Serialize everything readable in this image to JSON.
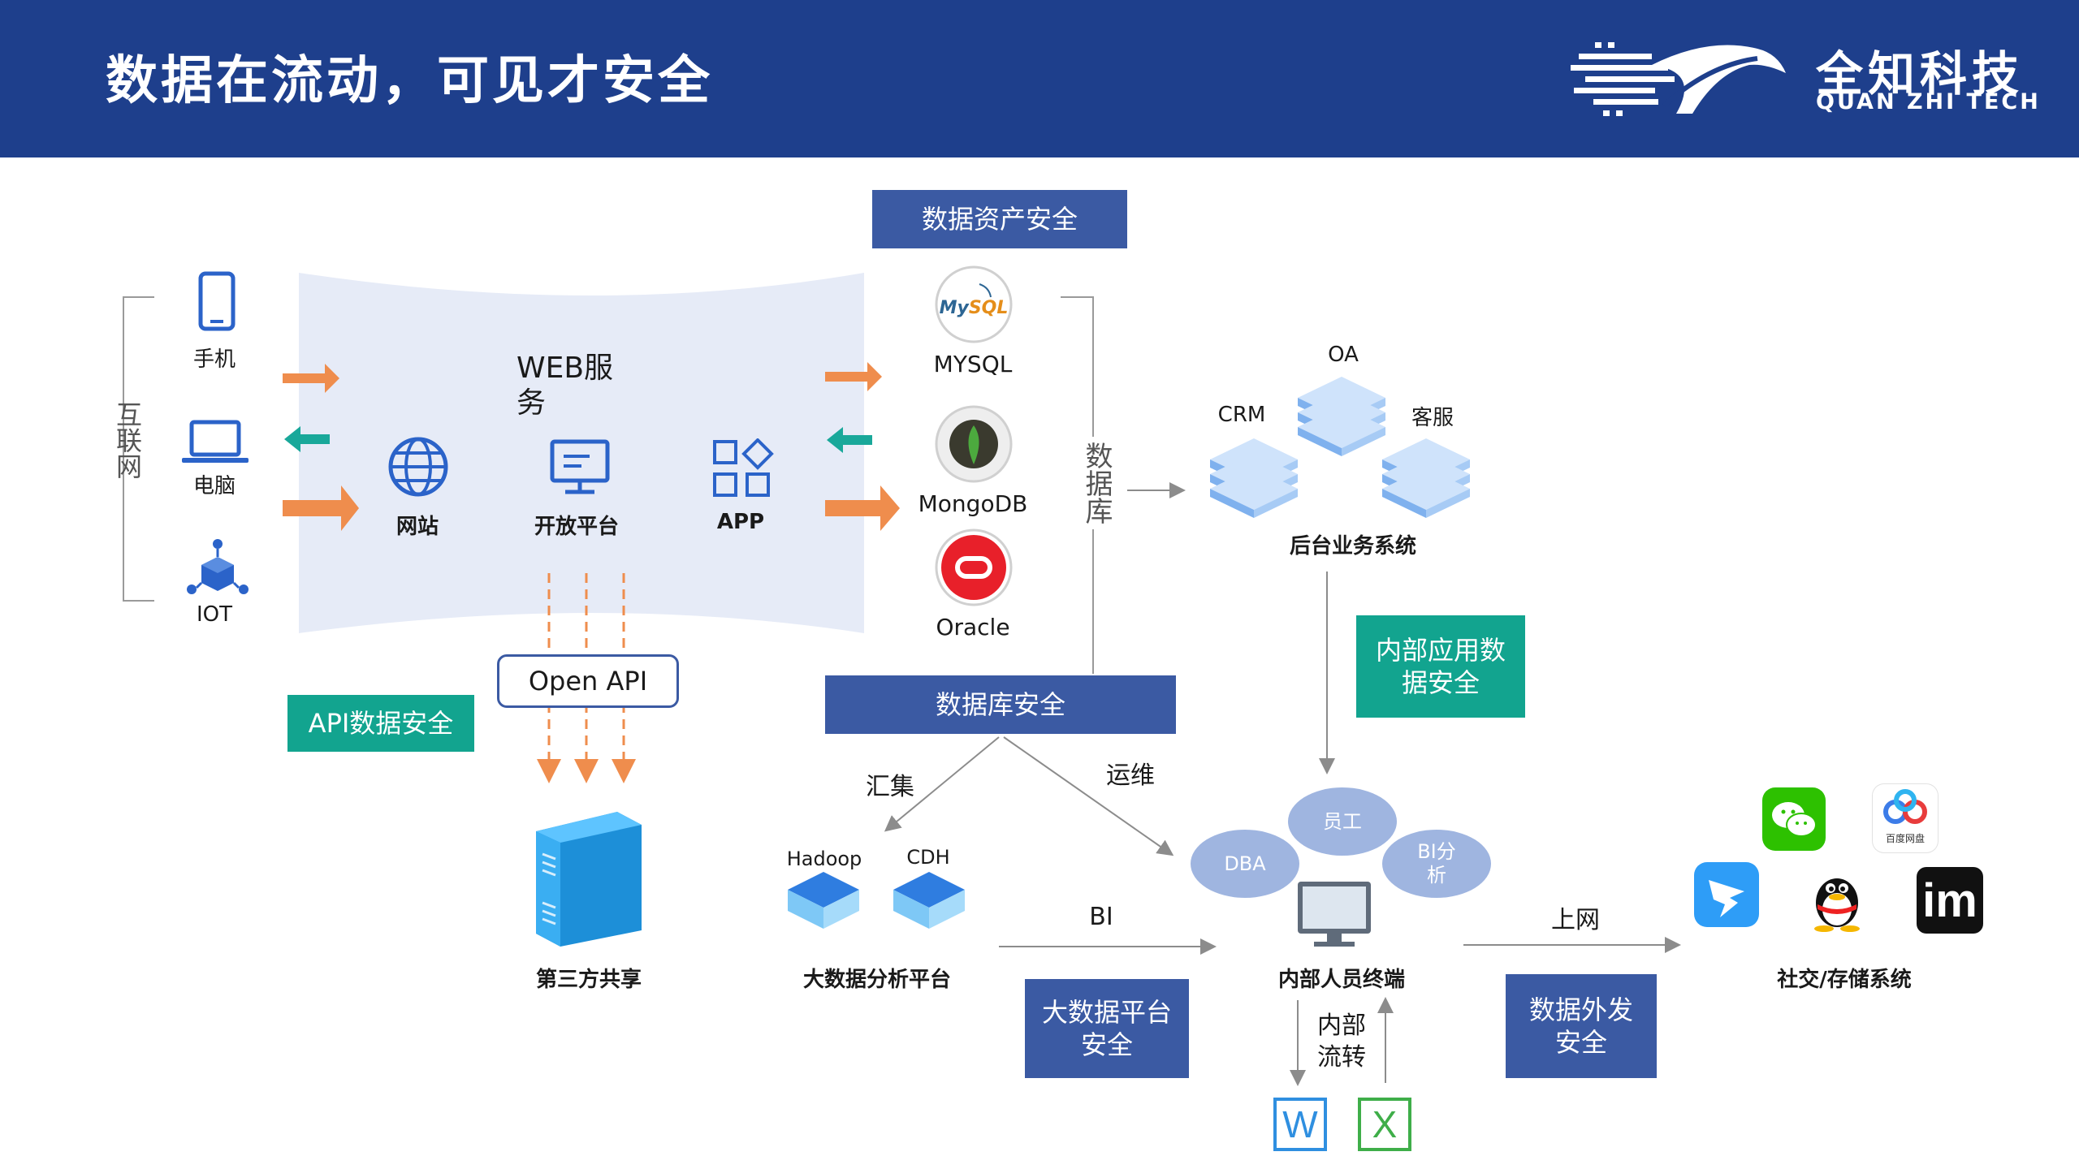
{
  "header": {
    "title": "数据在流动，可见才安全",
    "brand_cn": "全知科技",
    "brand_en": "QUAN ZHI TECH"
  },
  "colors": {
    "header_bg": "#1e3f8c",
    "navy_box": "#3b5aa3",
    "teal_box": "#12a48f",
    "arrow_orange": "#ef8d4d",
    "arrow_teal": "#19a89a",
    "web_panel": "#e6ebf7",
    "ellipse": "#9fb5e0"
  },
  "internet": {
    "bracket_label": "互联网",
    "devices": [
      {
        "label": "手机",
        "icon": "phone-icon"
      },
      {
        "label": "电脑",
        "icon": "laptop-icon"
      },
      {
        "label": "IOT",
        "icon": "iot-icon"
      }
    ]
  },
  "web": {
    "title": "WEB服务",
    "items": [
      {
        "label": "网站",
        "icon": "globe-icon"
      },
      {
        "label": "开放平台",
        "icon": "monitor-icon"
      },
      {
        "label": "APP",
        "icon": "app-grid-icon"
      }
    ]
  },
  "open_api": "Open API",
  "third_party": "第三方共享",
  "databases": {
    "items": [
      {
        "label": "MYSQL",
        "icon": "mysql-logo-icon"
      },
      {
        "label": "MongoDB",
        "icon": "mongodb-logo-icon"
      },
      {
        "label": "Oracle",
        "icon": "oracle-logo-icon"
      }
    ],
    "bracket_label": "数据库"
  },
  "backend": {
    "nodes": [
      "OA",
      "CRM",
      "客服"
    ],
    "label": "后台业务系统"
  },
  "bigdata": {
    "nodes": [
      "Hadoop",
      "CDH"
    ],
    "label": "大数据分析平台",
    "collect_label": "汇集",
    "ops_label": "运维",
    "bi_label": "BI"
  },
  "internal": {
    "roles": [
      "员工",
      "DBA",
      "BI分析"
    ],
    "terminal_label": "内部人员终端",
    "flow_label": "内部流转",
    "files": [
      "W",
      "X"
    ]
  },
  "external": {
    "upload_label": "上网",
    "label": "社交/存储系统",
    "apps": [
      {
        "icon": "wechat-icon"
      },
      {
        "icon": "baidu-netdisk-icon",
        "text": "百度网盘"
      },
      {
        "icon": "dingtalk-icon"
      },
      {
        "icon": "qq-icon"
      },
      {
        "icon": "im-icon",
        "text": "im"
      }
    ]
  },
  "security_boxes": {
    "asset": "数据资产安全",
    "api": "API数据安全",
    "db": "数据库安全",
    "internal_app": "内部应用数据安全",
    "bigdata": "大数据平台安全",
    "external": "数据外发安全"
  }
}
